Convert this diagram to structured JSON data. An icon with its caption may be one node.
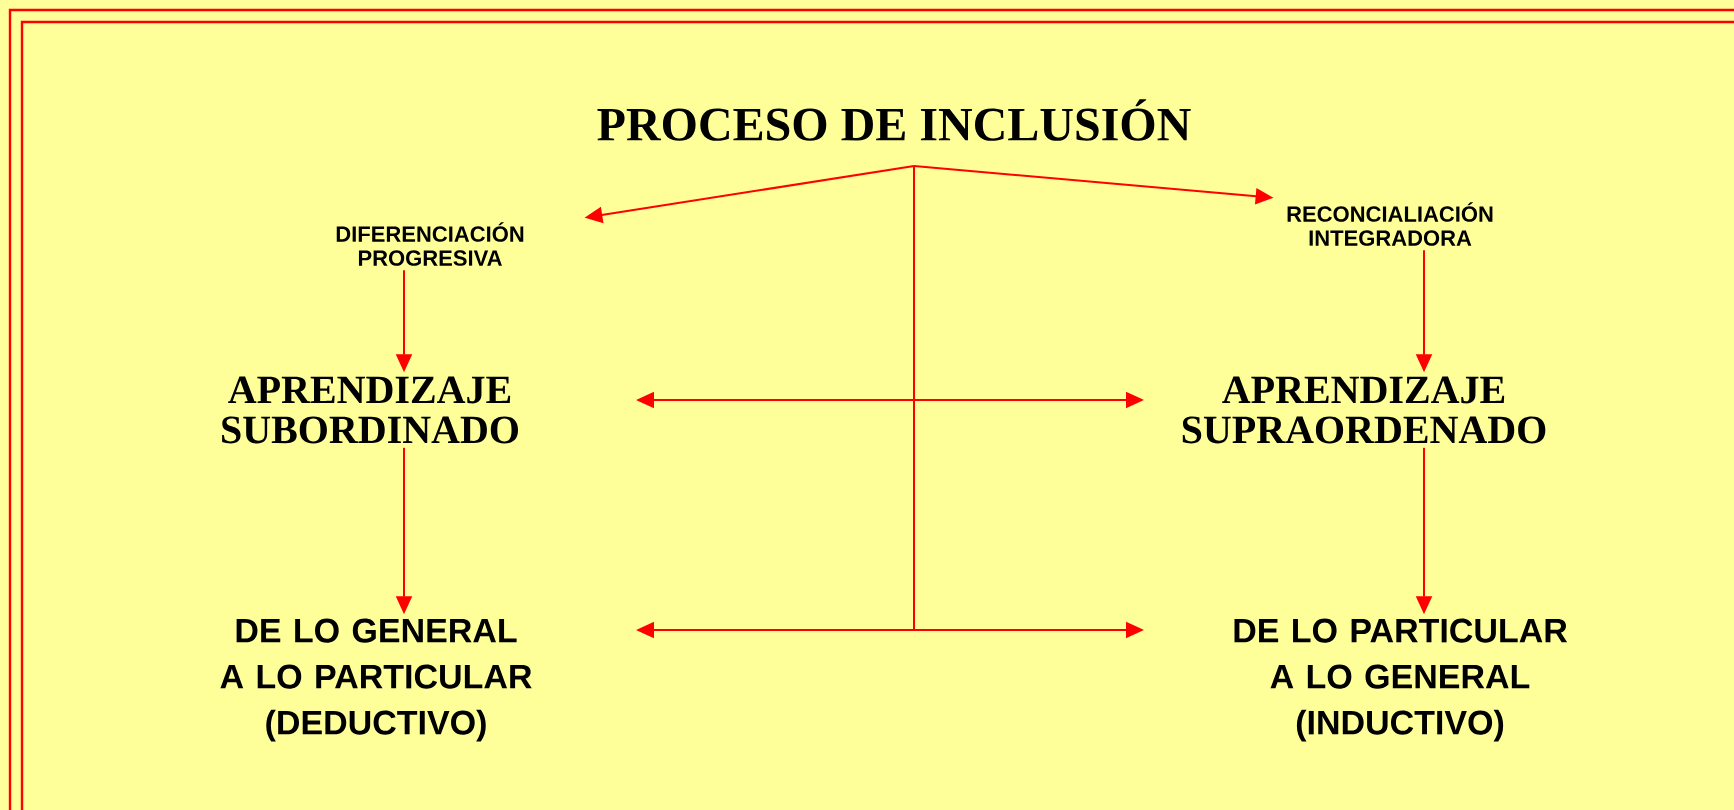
{
  "diagram": {
    "nodes": [
      {
        "text": [
          "PROCESO DE INCLUSIÓN"
        ]
      },
      {
        "text": [
          "DIFERENCIACIÓN PROGRESIVA"
        ]
      },
      {
        "text": [
          "RECONCIALIACIÓN INTEGRADORA"
        ]
      },
      {
        "text": [
          "APRENDIZAJE SUBORDINADO"
        ]
      },
      {
        "text": [
          "APRENDIZAJE SUPRAORDENADO"
        ]
      },
      {
        "text": [
          "DE LO GENERAL A LO PARTICULAR (DEDUCTIVO)"
        ]
      },
      {
        "text": [
          "DE LO PARTICULAR A LO GENERAL (INDUCTIVO)"
        ]
      }
    ],
    "edges": [
      {
        "from": 0,
        "to": 1,
        "arrow": "to"
      },
      {
        "from": 0,
        "to": 2,
        "arrow": "to"
      },
      {
        "from": 1,
        "to": 3,
        "arrow": "to"
      },
      {
        "from": 2,
        "to": 4,
        "arrow": "to"
      },
      {
        "from": 3,
        "to": 5,
        "arrow": "to"
      },
      {
        "from": 4,
        "to": 6,
        "arrow": "to"
      },
      {
        "from": 0,
        "to": 3,
        "arrow": "to"
      },
      {
        "from": 0,
        "to": 4,
        "arrow": "to"
      },
      {
        "from": 0,
        "to": 5,
        "arrow": "to"
      },
      {
        "from": 0,
        "to": 6,
        "arrow": "to"
      }
    ]
  }
}
